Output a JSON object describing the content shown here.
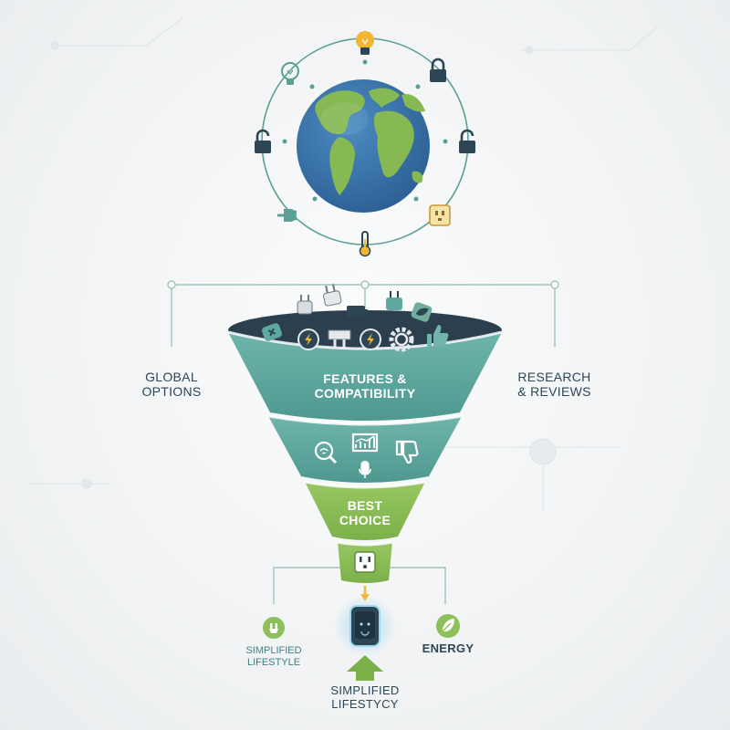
{
  "diagram": {
    "left_label": [
      "GLOBAL",
      "OPTIONS"
    ],
    "right_label": [
      "RESEARCH",
      "& REVIEWS"
    ],
    "stage1_label": [
      "FEATURES &",
      "COMPATIBILITY"
    ],
    "stage3_label": [
      "BEST",
      "CHOICE"
    ],
    "bottom_left_label": [
      "SIMPLIFIED",
      "LIFESTYLE"
    ],
    "bottom_right_label": "ENERGY",
    "bottom_center_label": [
      "SIMPLIFIED",
      "LIFESTYCY"
    ],
    "orbit_icons": [
      "lightbulb-icon",
      "lock-icon",
      "unlock-icon",
      "outlet-icon",
      "thermometer-icon",
      "plug-icon",
      "unlock-icon",
      "lightbulb-icon"
    ],
    "funnel_top_icons": [
      "plug-icon",
      "battery-icon",
      "plug-icon",
      "leaf-icon",
      "energy-icon",
      "plug-icon",
      "energy-icon",
      "gear-icon",
      "thumbs-up-icon"
    ],
    "stage2_icons": [
      "search-wifi-icon",
      "chart-icon",
      "microphone-icon",
      "thumbs-down-icon"
    ],
    "colors": {
      "teal": "#5fa8a0",
      "teal_dark": "#3d7f7a",
      "green": "#8dbf5a",
      "navy": "#2c4656",
      "globe_ocean": "#3b78b0",
      "globe_land": "#86b854",
      "accent_yellow": "#f2b632"
    }
  }
}
